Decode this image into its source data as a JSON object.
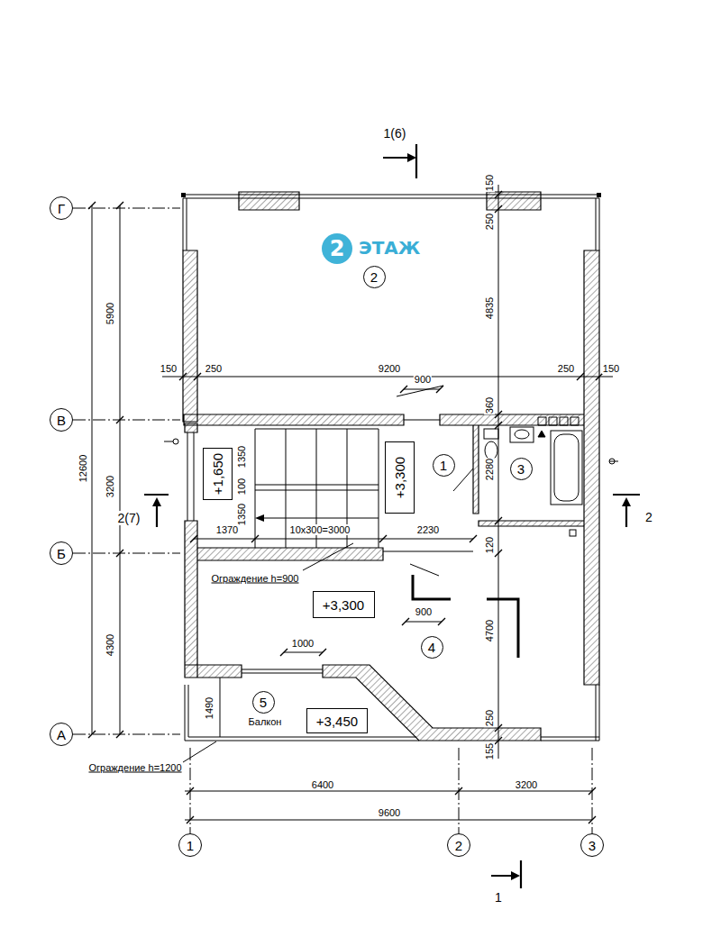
{
  "diagram": {
    "nodes": [
      {
        "text": [
          "Г"
        ]
      },
      {
        "text": [
          "2",
          "ЭТАЖ"
        ]
      },
      {
        "text": [
          "2"
        ]
      },
      {
        "text": [
          "В"
        ]
      },
      {
        "text": [
          "+1,650"
        ]
      },
      {
        "text": [
          "+3,300"
        ]
      },
      {
        "text": [
          "1"
        ]
      },
      {
        "text": [
          "3"
        ]
      },
      {
        "text": [
          "Б"
        ]
      },
      {
        "text": [
          "+3,300"
        ]
      },
      {
        "text": [
          "4"
        ]
      },
      {
        "text": [
          "5"
        ]
      },
      {
        "text": [
          "+3,450"
        ]
      },
      {
        "text": [
          "А"
        ]
      },
      {
        "text": [
          "1"
        ]
      },
      {
        "text": [
          "2"
        ]
      },
      {
        "text": [
          "3"
        ]
      }
    ],
    "labels": [
      "1(6)",
      "150",
      "250",
      "4835",
      "5900",
      "150",
      "250",
      "9200",
      "250",
      "150",
      "900",
      "360",
      "1350",
      "100",
      "1350",
      "2280",
      "3200",
      "12600",
      "2(7)",
      "2",
      "1370",
      "10х300=3000",
      "2230",
      "120",
      "Ограждение h=900",
      "900",
      "4700",
      "4300",
      "1000",
      "Балкон",
      "1490",
      "250",
      "155",
      "Ограждение h=1200",
      "6400",
      "3200",
      "9600",
      "1"
    ]
  }
}
